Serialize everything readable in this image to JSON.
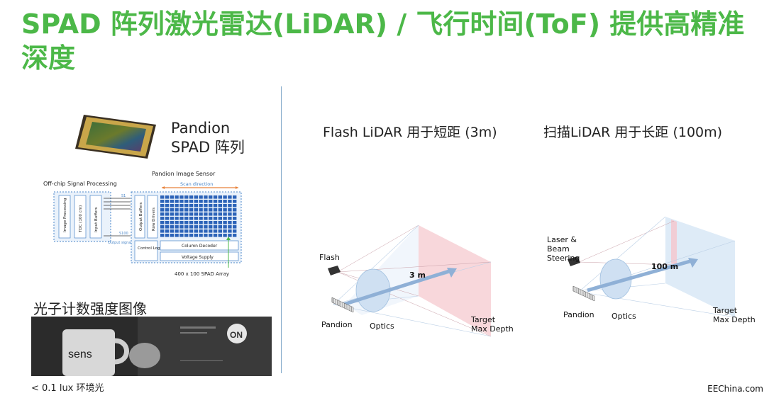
{
  "title": "SPAD 阵列激光雷达(LiDAR) / 飞行时间(ToF) 提供高精准深度",
  "pandion": {
    "name_line1": "Pandion",
    "name_line2": "SPAD 阵列"
  },
  "sensor_diagram": {
    "header": "Pandion Image Sensor",
    "offchip_label": "Off-chip Signal Processing",
    "scan_direction": "Scan direction",
    "blocks": {
      "image_processing": "Image Processing",
      "tdc": "TDC (100 cm)",
      "input_buffers": "Input Buffers",
      "output_buffers": "Output Buffers",
      "row_drivers": "Row Drivers",
      "control_logic": "Control Logic",
      "column_decoder": "Column Decoder",
      "voltage_supply": "Voltage Supply"
    },
    "s1": "S1",
    "s100": "S100",
    "output_signals": "Output signals",
    "array_label": "400 x 100 SPAD Array"
  },
  "photon": {
    "title": "光子计数强度图像",
    "lux": "< 0.1 lux 环境光",
    "mug_text": "sens",
    "sign_text": "ON"
  },
  "flash": {
    "title": "Flash LiDAR 用于短距 (3m)",
    "source_label": "Flash",
    "distance": "3 m",
    "pandion": "Pandion",
    "optics": "Optics",
    "target_line1": "Target",
    "target_line2": "Max Depth"
  },
  "scan": {
    "title": "扫描LiDAR 用于长距 (100m)",
    "source_line1": "Laser &",
    "source_line2": "Beam",
    "source_line3": "Steering",
    "distance": "100 m",
    "pandion": "Pandion",
    "optics": "Optics",
    "target_line1": "Target",
    "target_line2": "Max Depth"
  },
  "credit": "EEChina.com",
  "colors": {
    "title_green": "#4cb848",
    "accent_blue": "#7fa7c9",
    "spad_blue": "#2c63b8",
    "target_pink": "#f5c6cc",
    "frustum_blue": "#d6e6f5",
    "arrow_blue": "#8fb0d6"
  }
}
